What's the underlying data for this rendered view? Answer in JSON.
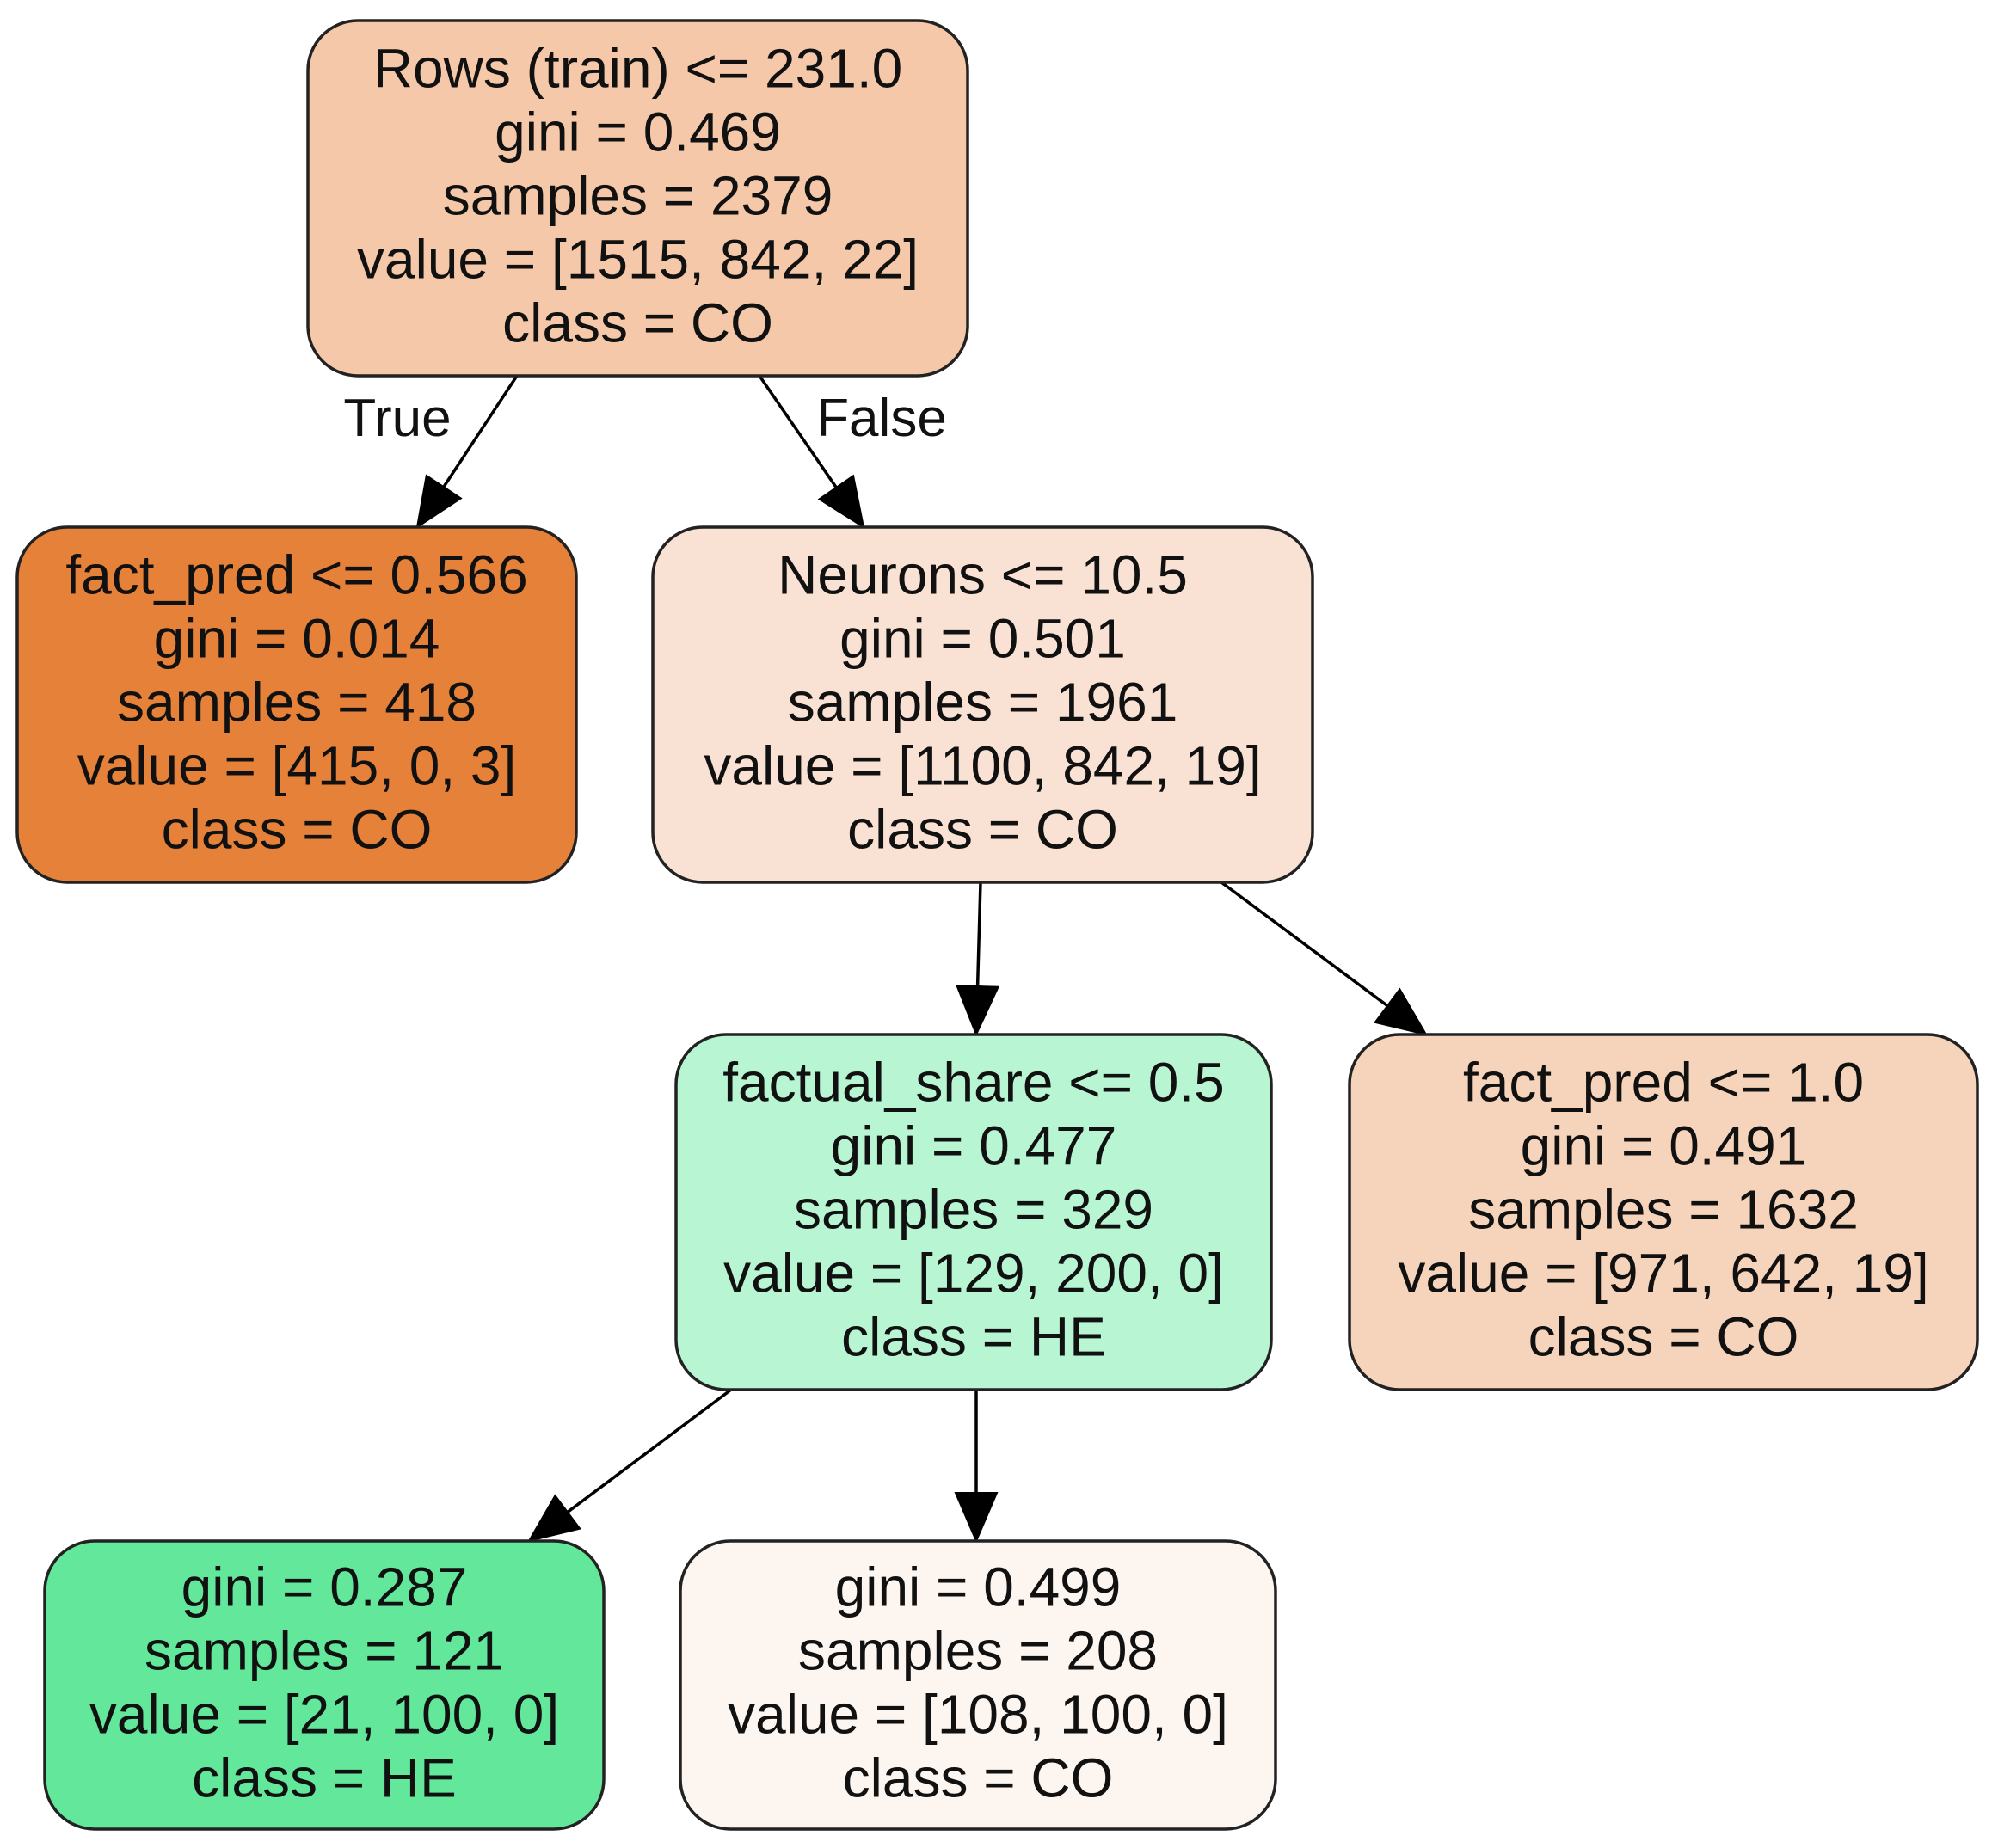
{
  "tree": {
    "nodes": [
      {
        "id": "root",
        "fill": "#f4c8a9",
        "lines": [
          "Rows (train) <= 231.0",
          "gini = 0.469",
          "samples = 2379",
          "value = [1515, 842, 22]",
          "class = CO"
        ]
      },
      {
        "id": "left",
        "fill": "#e58139",
        "lines": [
          "fact_pred <= 0.566",
          "gini = 0.014",
          "samples = 418",
          "value = [415, 0, 3]",
          "class = CO"
        ]
      },
      {
        "id": "right",
        "fill": "#f9e2d3",
        "lines": [
          "Neurons <= 10.5",
          "gini = 0.501",
          "samples = 1961",
          "value = [1100, 842, 19]",
          "class = CO"
        ]
      },
      {
        "id": "right-left",
        "fill": "#b8f5d2",
        "lines": [
          "factual_share <= 0.5",
          "gini = 0.477",
          "samples = 329",
          "value = [129, 200, 0]",
          "class = HE"
        ]
      },
      {
        "id": "right-right",
        "fill": "#f6d4bb",
        "lines": [
          "fact_pred <= 1.0",
          "gini = 0.491",
          "samples = 1632",
          "value = [971, 642, 19]",
          "class = CO"
        ]
      },
      {
        "id": "rl-left",
        "fill": "#63e89b",
        "lines": [
          "gini = 0.287",
          "samples = 121",
          "value = [21, 100, 0]",
          "class = HE"
        ]
      },
      {
        "id": "rl-right",
        "fill": "#fdf5f0",
        "lines": [
          "gini = 0.499",
          "samples = 208",
          "value = [108, 100, 0]",
          "class = CO"
        ]
      }
    ],
    "edges": [
      {
        "from": "root",
        "to": "left",
        "label": "True"
      },
      {
        "from": "root",
        "to": "right",
        "label": "False"
      },
      {
        "from": "right",
        "to": "right-left",
        "label": ""
      },
      {
        "from": "right",
        "to": "right-right",
        "label": ""
      },
      {
        "from": "right-left",
        "to": "rl-left",
        "label": ""
      },
      {
        "from": "right-left",
        "to": "rl-right",
        "label": ""
      }
    ]
  }
}
